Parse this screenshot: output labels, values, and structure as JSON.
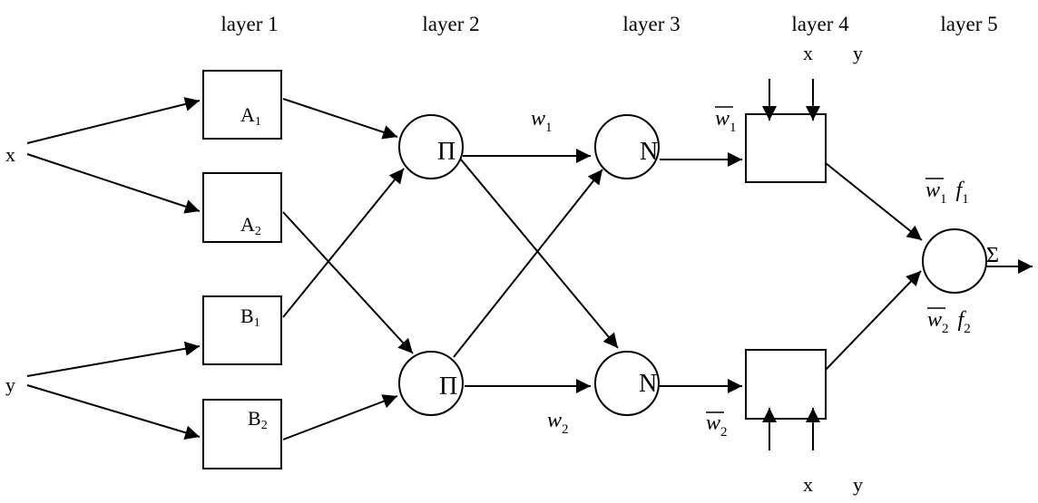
{
  "layers": [
    "layer 1",
    "layer 2",
    "layer 3",
    "layer 4",
    "layer 5"
  ],
  "inputs": {
    "x": "x",
    "y": "y"
  },
  "membership": [
    {
      "letter": "A",
      "sub": "1"
    },
    {
      "letter": "A",
      "sub": "2"
    },
    {
      "letter": "B",
      "sub": "1"
    },
    {
      "letter": "B",
      "sub": "2"
    }
  ],
  "product_symbol": "Π",
  "normalize_symbol": "N",
  "weights": [
    {
      "letter": "w",
      "sub": "1"
    },
    {
      "letter": "w",
      "sub": "2"
    }
  ],
  "normalized_weights": [
    {
      "letter": "w",
      "sub": "1"
    },
    {
      "letter": "w",
      "sub": "2"
    }
  ],
  "layer4_inputs": {
    "x": "x",
    "y": "y"
  },
  "outputs": [
    {
      "w": "w",
      "w_sub": "1",
      "f": "f",
      "f_sub": "1"
    },
    {
      "w": "w",
      "w_sub": "2",
      "f": "f",
      "f_sub": "2"
    }
  ],
  "sum_symbol": "Σ"
}
